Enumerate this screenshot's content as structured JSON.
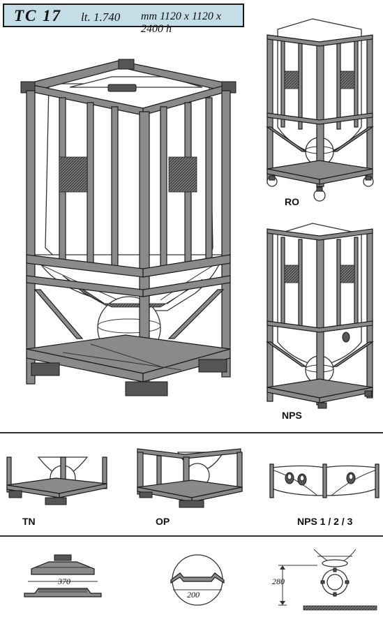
{
  "header": {
    "model": "TC 17",
    "capacity": "lt. 1.740",
    "dimensions": "mm 1120 x 1120 x 2400 h"
  },
  "variants": {
    "ro": "RO",
    "nps": "NPS",
    "tn": "TN",
    "op": "OP",
    "nps123": "NPS 1 / 2 / 3"
  },
  "dimensions": {
    "lid": "370",
    "outlet": "200",
    "height": "280"
  },
  "colors": {
    "header_bg": "#c4dde6",
    "frame": "#8a8a8a",
    "rule": "#333333"
  }
}
